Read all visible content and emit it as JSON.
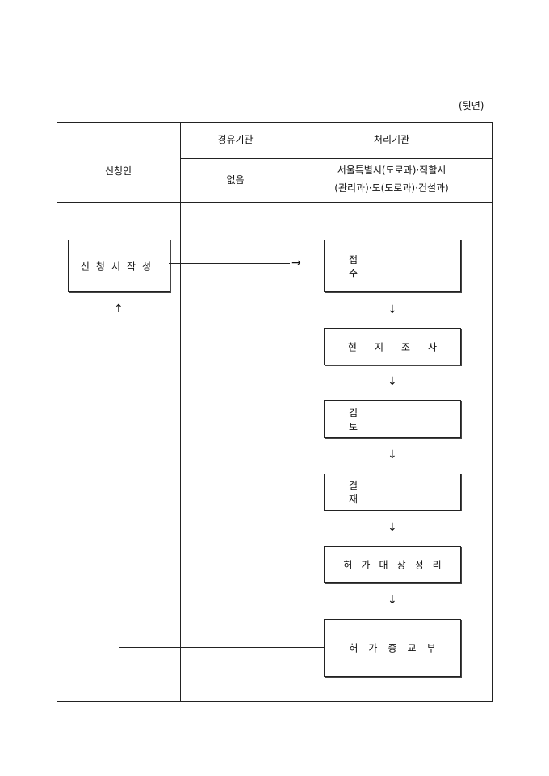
{
  "page_label": "(뒷면)",
  "header": {
    "applicant": "신청인",
    "via_agency": "경유기관",
    "processing_agency": "처리기관",
    "via_value": "없음",
    "processing_value_line1": "서울특별시(도로과)·직할시",
    "processing_value_line2": "(관리과)·도(도로과)·건설과)"
  },
  "applicant_step": {
    "label": "신청서작성",
    "up_arrow": "↑"
  },
  "flow_arrows": {
    "right": "→",
    "down": "↓"
  },
  "steps": [
    {
      "label": "접수"
    },
    {
      "label": "현지조사"
    },
    {
      "label": "검토"
    },
    {
      "label": "결재"
    },
    {
      "label": "허가대장정리"
    },
    {
      "label": "허가증교부"
    }
  ]
}
